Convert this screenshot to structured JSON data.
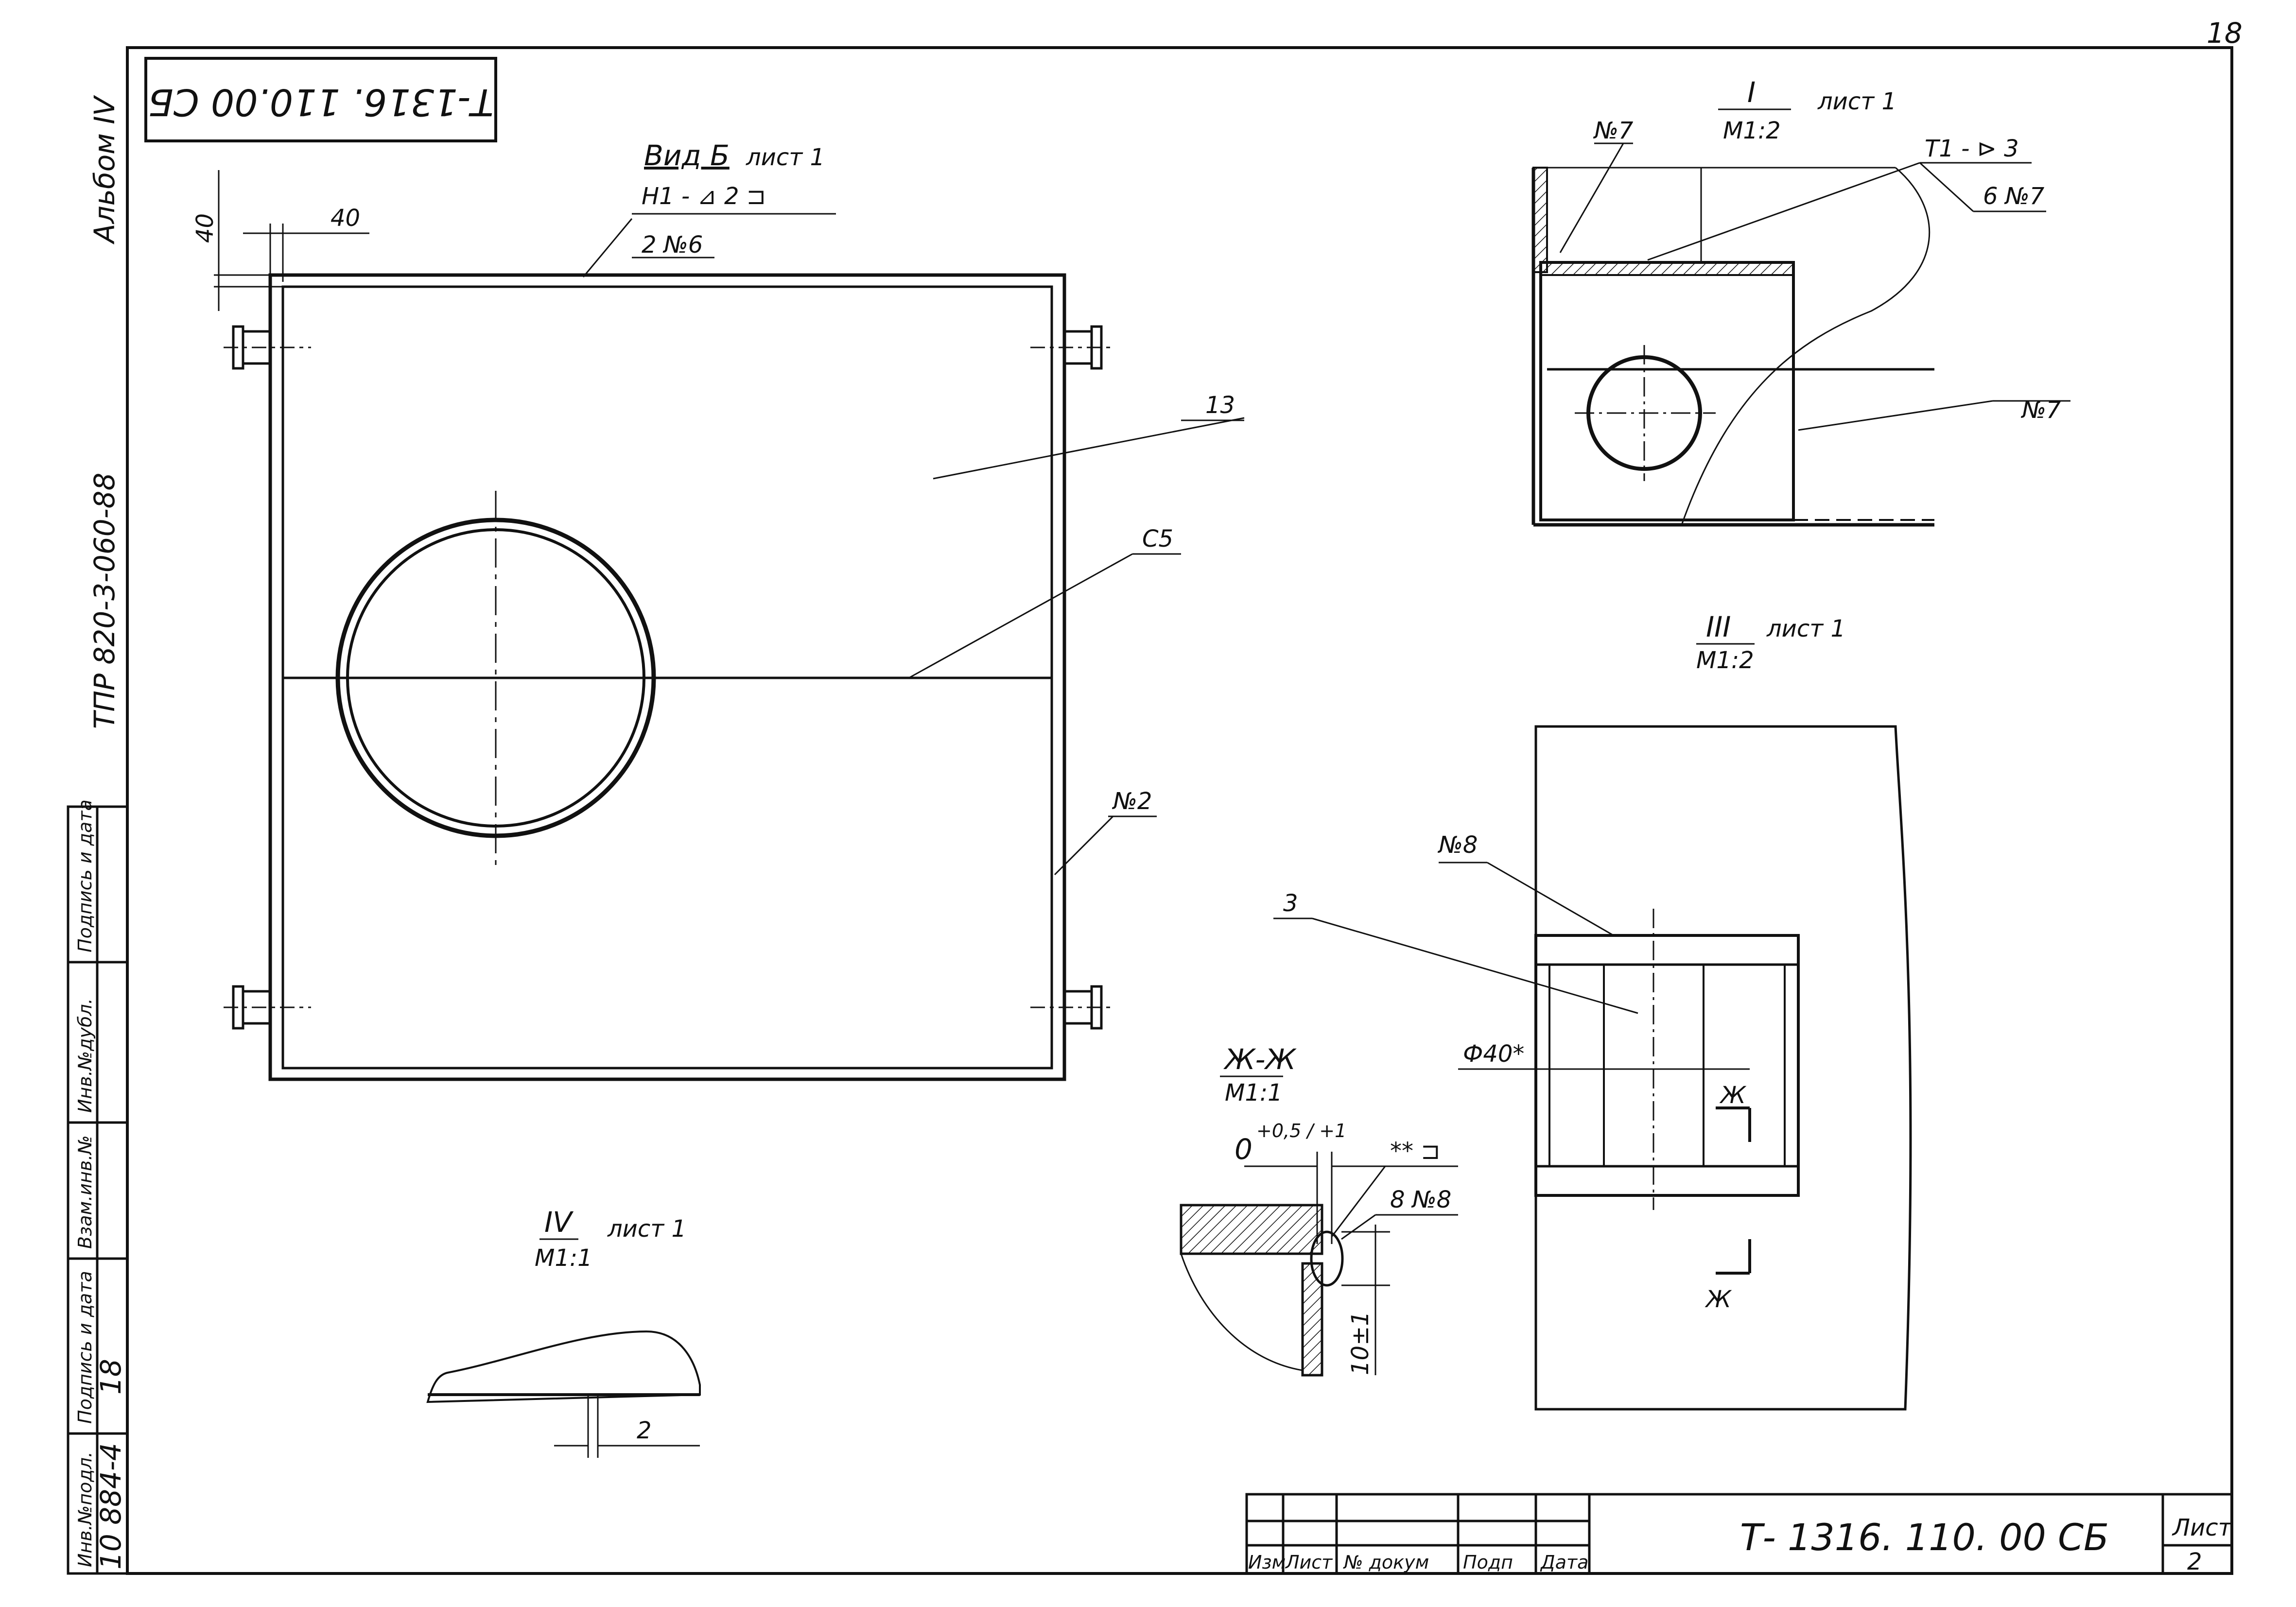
{
  "sheet_corner_number": "18",
  "stamp_mirrored": "Т-1316. 110.00 СБ",
  "album": "Альбом IV",
  "project_code": "ТПР 820-3-060-88",
  "left_strip": {
    "inv_podl": "Инв.№подл.",
    "podpis_data_1": "Подпись и дата",
    "vzam_inv": "Взам.инв.№",
    "inv_dubl": "Инв.№дубл.",
    "podpis_data_2": "Подпись и дата",
    "inv_value": "10 884-4",
    "sign_value": "18"
  },
  "main_view": {
    "title": "Вид Б",
    "sheet_ref": "лист 1",
    "weld_callout": "Н1 - ⊿ 2 ⊐",
    "dim_40_vertical": "40",
    "dim_40_horizontal": "40",
    "item_2n6": "2 №6",
    "item_13": "13",
    "item_c5": "С5",
    "item_n2": "№2"
  },
  "view_I": {
    "title": "I",
    "sheet_ref": "лист 1",
    "scale": "М1:2",
    "n7_top": "№7",
    "weld_t1": "Т1 - ⊳ 3",
    "six_n7": "6 №7",
    "n7_right": "№7"
  },
  "view_III": {
    "title": "III",
    "sheet_ref": "лист 1",
    "scale": "М1:2",
    "n8": "№8",
    "item_3": "3",
    "phi40": "Ф40*",
    "section_mark_1": "Ж",
    "section_mark_2": "Ж"
  },
  "section_zh": {
    "title": "Ж-Ж",
    "scale": "М1:1",
    "gap": "0",
    "gap_tol": "+0,5 / +1",
    "weld": "** ⊐",
    "item": "8 №8",
    "dim": "10±1"
  },
  "view_IV": {
    "title": "IV",
    "sheet_ref": "лист 1",
    "scale": "М1:1",
    "dim": "2"
  },
  "title_block": {
    "doc_number": "Т- 1316. 110. 00 СБ",
    "list_label": "Лист",
    "list_value": "2",
    "col_izm": "Изм",
    "col_list": "Лист",
    "col_doc": "№ докум",
    "col_podp": "Подп",
    "col_data": "Дата"
  }
}
